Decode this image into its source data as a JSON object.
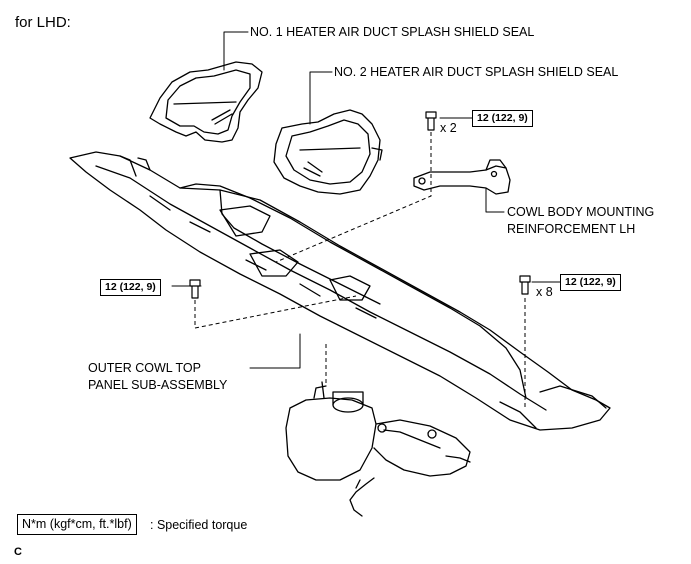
{
  "header": {
    "title": "for LHD:"
  },
  "callouts": {
    "seal1": "NO. 1 HEATER AIR DUCT SPLASH SHIELD SEAL",
    "seal2": "NO. 2 HEATER AIR DUCT SPLASH SHIELD SEAL",
    "reinforcement_line1": "COWL BODY MOUNTING",
    "reinforcement_line2": "REINFORCEMENT LH",
    "panel_line1": "OUTER COWL TOP",
    "panel_line2": "PANEL SUB-ASSEMBLY"
  },
  "torque": {
    "top": "12 (122, 9)",
    "left": "12 (122, 9)",
    "right": "12 (122, 9)"
  },
  "quantities": {
    "top": "x 2",
    "right": "x 8"
  },
  "legend": {
    "box": "N*m (kgf*cm, ft.*lbf)",
    "text": ": Specified torque"
  },
  "footer": {
    "code": "C"
  }
}
